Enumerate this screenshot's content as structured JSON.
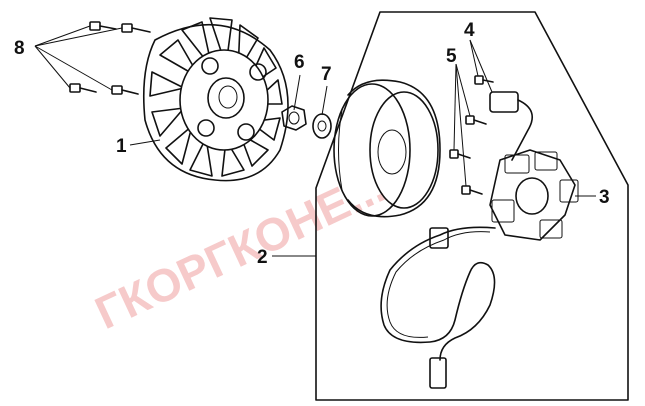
{
  "diagram": {
    "callouts": [
      {
        "id": "1",
        "label": "1"
      },
      {
        "id": "2",
        "label": "2"
      },
      {
        "id": "3",
        "label": "3"
      },
      {
        "id": "4",
        "label": "4"
      },
      {
        "id": "5",
        "label": "5"
      },
      {
        "id": "6",
        "label": "6"
      },
      {
        "id": "7",
        "label": "7"
      },
      {
        "id": "8",
        "label": "8"
      }
    ],
    "watermark": "ГКОРГКОНЕ..."
  }
}
